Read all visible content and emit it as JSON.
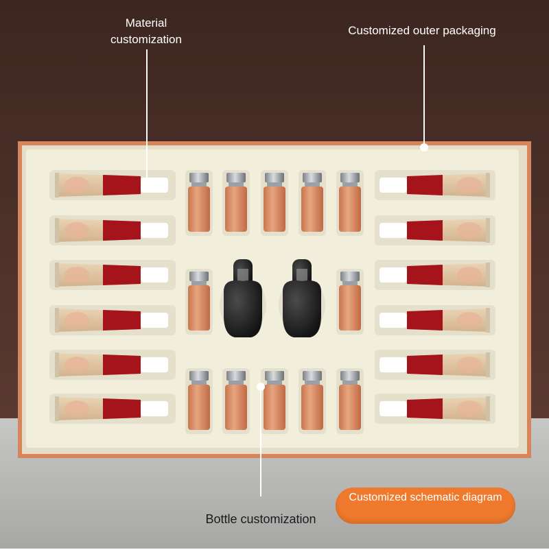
{
  "labels": {
    "material": "Material customization",
    "outer_packaging": "Customized outer packaging",
    "bottle": "Bottle customization",
    "schematic": "Customized schematic diagram"
  },
  "colors": {
    "wall": "#4a2e27",
    "table": "#b9b9b7",
    "box_edge": "#d6865a",
    "insert": "#f1eedb",
    "accent_pill": "#ef7a2e",
    "tube_red": "#a5141b",
    "vial_liquid": "#d98a60",
    "dropper_glass": "#1e1e1e"
  }
}
